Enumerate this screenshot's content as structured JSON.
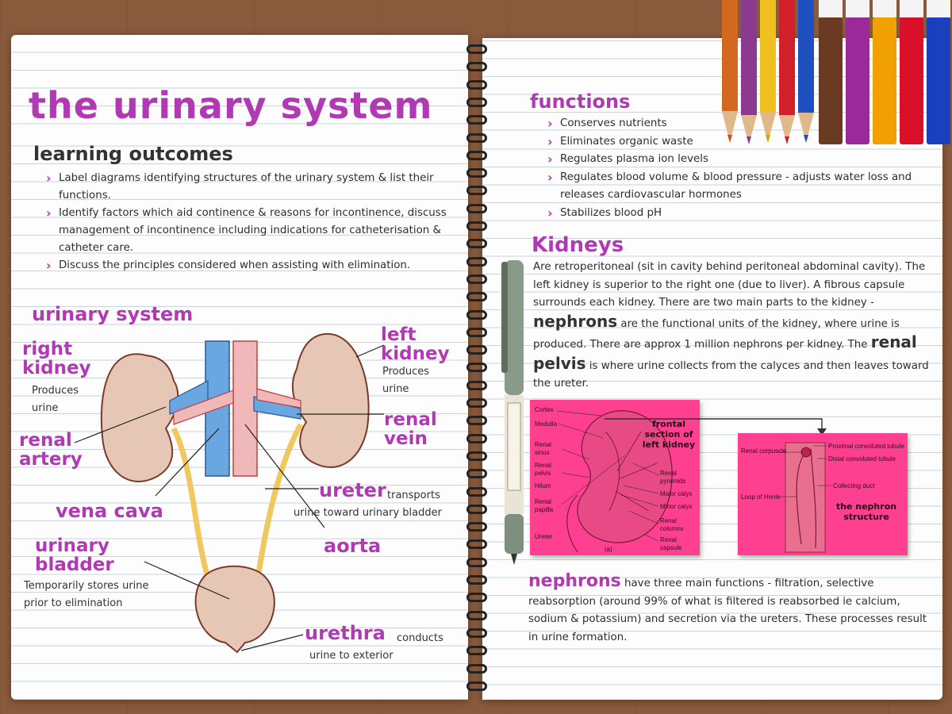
{
  "left_page": {
    "title": "the urinary system",
    "learning_outcomes": {
      "heading": "learning outcomes",
      "items": [
        "Label diagrams identifying structures of the urinary system & list their functions.",
        "Identify factors which aid continence & reasons for incontinence, discuss management of incontinence including indications for catheterisation & catheter care.",
        "Discuss the principles considered when assisting with elimination."
      ]
    },
    "diagram": {
      "heading": "urinary system",
      "right_kidney": {
        "label": "right kidney",
        "note": "Produces urine"
      },
      "left_kidney": {
        "label": "left kidney",
        "note": "Produces urine"
      },
      "renal_artery": "renal artery",
      "renal_vein": "renal vein",
      "vena_cava": "vena cava",
      "ureter": {
        "label": "ureter",
        "note": "transports urine toward urinary bladder"
      },
      "aorta": "aorta",
      "urinary_bladder": {
        "label": "urinary bladder",
        "note": "Temporarily stores urine prior to elimination"
      },
      "urethra": {
        "label": "urethra",
        "note": "conducts urine to exterior"
      }
    }
  },
  "right_page": {
    "functions": {
      "heading": "functions",
      "items": [
        "Conserves nutrients",
        "Eliminates organic waste",
        "Regulates plasma ion levels",
        "Regulates blood volume & blood pressure - adjusts water loss and releases cardiovascular hormones",
        "Stabilizes blood pH"
      ]
    },
    "kidneys": {
      "heading": "Kidneys",
      "text_1": "Are retroperitoneal (sit in cavity behind peritoneal abdominal cavity). The left kidney is superior to the right one (due to liver). A fibrous capsule surrounds each kidney. There are two main parts to the kidney - ",
      "term_1": "nephrons",
      "text_2": " are the functional units of the kidney, where urine is produced. There are approx 1 million nephrons per kidney. The ",
      "term_2": "renal pelvis",
      "text_3": " is where urine collects from the calyces and then leaves toward the ureter."
    },
    "sticky_kidney": {
      "title": "frontal section of left kidney",
      "left_labels": [
        "Cortex",
        "Medulla",
        "Renal sinus",
        "Renal pelvis",
        "Hilum",
        "Renal papilla",
        "Ureter"
      ],
      "right_labels": [
        "Renal pyramids",
        "Major calyx",
        "Minor calyx",
        "Renal columns",
        "Renal capsule"
      ],
      "caption": "(a)"
    },
    "sticky_nephron": {
      "title": "the nephron structure",
      "labels": [
        "Proximal convoluted tubule",
        "Renal corpuscle",
        "Distal convoluted tubule",
        "Loop of Henle",
        "Collecting duct"
      ]
    },
    "nephrons": {
      "term": "nephrons",
      "text": " have three main functions - filtration, selective reabsorption (around 99% of what is filtered is reabsorbed ie calcium, sodium & potassium) and secretion via the ureters. These processes result in urine formation."
    }
  },
  "colors": {
    "heading_pink": "#b03ab4",
    "sticky_pink": "#ff3f8f",
    "kidney_fill": "#e6c7b6",
    "vein_blue": "#6aa6e0",
    "artery_red": "#e8a3a3"
  }
}
